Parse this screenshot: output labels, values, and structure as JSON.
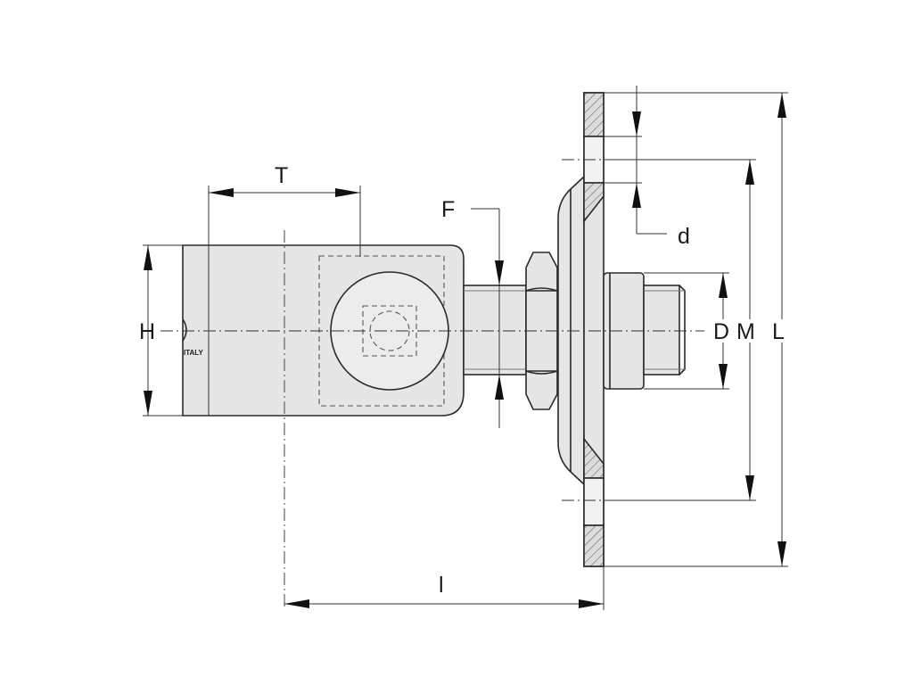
{
  "labels": {
    "T": "T",
    "F": "F",
    "H": "H",
    "d": "d",
    "D": "D",
    "M": "M",
    "L": "L",
    "l": "l"
  },
  "marking": "ITALY"
}
